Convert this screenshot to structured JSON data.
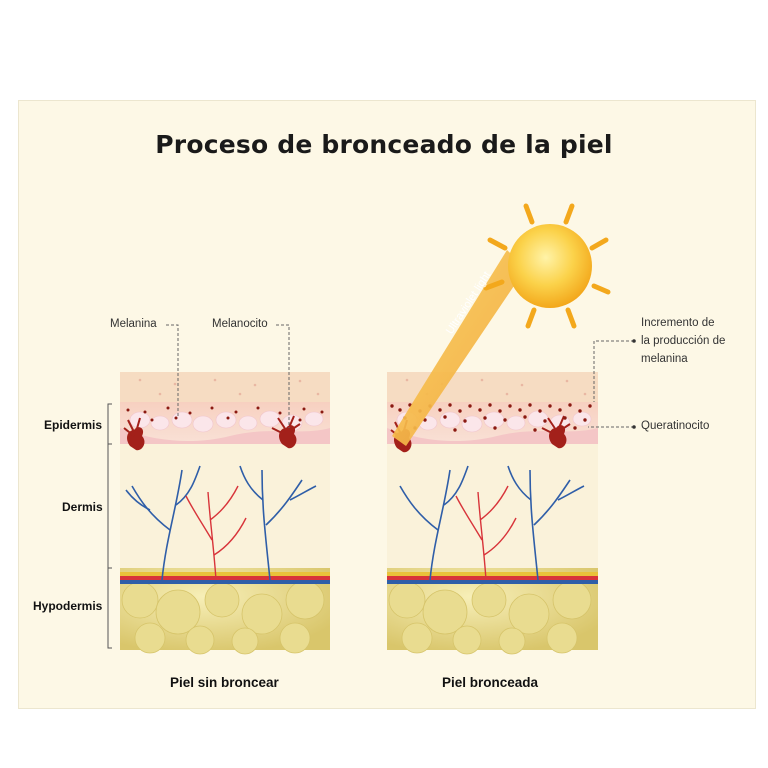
{
  "title": "Proceso de bronceado de la piel",
  "layers": {
    "epidermis": "Epidermis",
    "dermis": "Dermis",
    "hypodermis": "Hypodermis"
  },
  "annotations": {
    "melanina": "Melanina",
    "melanocito": "Melanocito",
    "incremento_line1": "Incremento de",
    "incremento_line2": "la producción de",
    "incremento_line3": "melanina",
    "queratinocito": "Queratinocito",
    "uv_light": "Ultraviolet light"
  },
  "captions": {
    "untanned": "Piel sin broncear",
    "tanned": "Piel bronceada"
  },
  "colors": {
    "background": "#fdf8e6",
    "sun": "#f7b731",
    "vein": "#2f5ea8",
    "artery": "#d8343a",
    "melanin": "#8b1a12",
    "fat": "#e4d58a"
  }
}
